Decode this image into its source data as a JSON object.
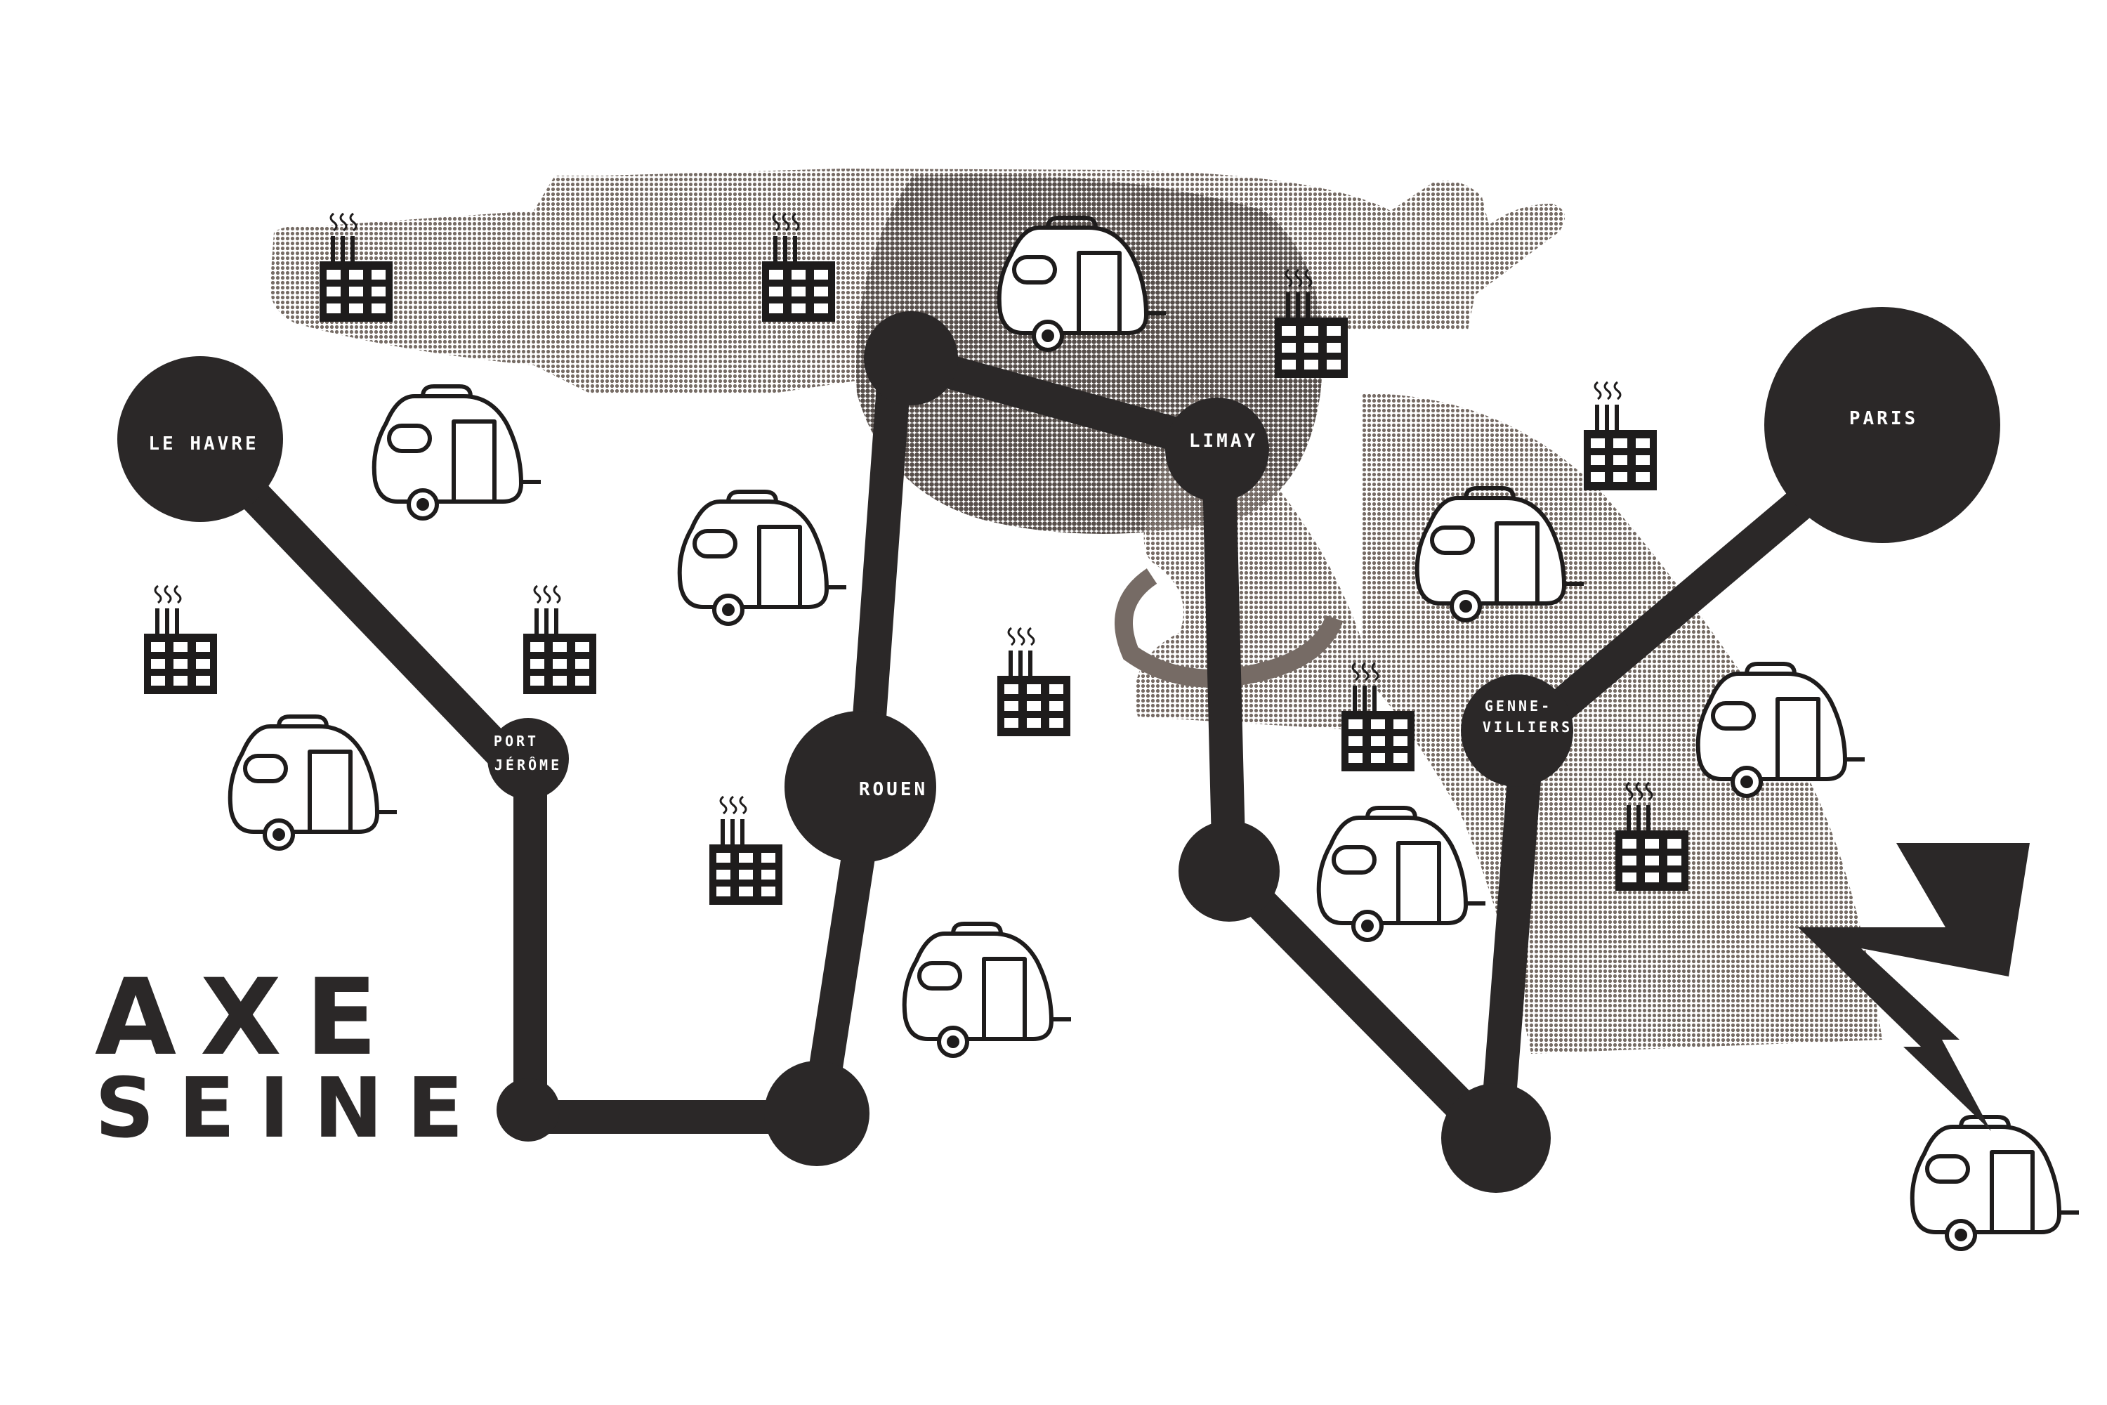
{
  "title": {
    "line1": "AXE",
    "line2": "SEINE"
  },
  "colors": {
    "route": "#2b2828",
    "gun": "#8a7e76",
    "gun_dark": "#5b524d",
    "icon": "#1e1c1c",
    "background": "#ffffff"
  },
  "nodes": {
    "le_havre": "LE HAVRE",
    "port_jerome_1": "PORT",
    "port_jerome_2": "JÉRÔME",
    "rouen": "ROUEN",
    "limay": "LIMAY",
    "gennevilliers_1": "GENNE-",
    "gennevilliers_2": "VILLIERS",
    "paris": "PARIS"
  },
  "icons": {
    "factory": "factory-icon",
    "caravan": "caravan-icon",
    "lightning": "lightning-bolt-icon",
    "revolver": "revolver-illustration"
  }
}
